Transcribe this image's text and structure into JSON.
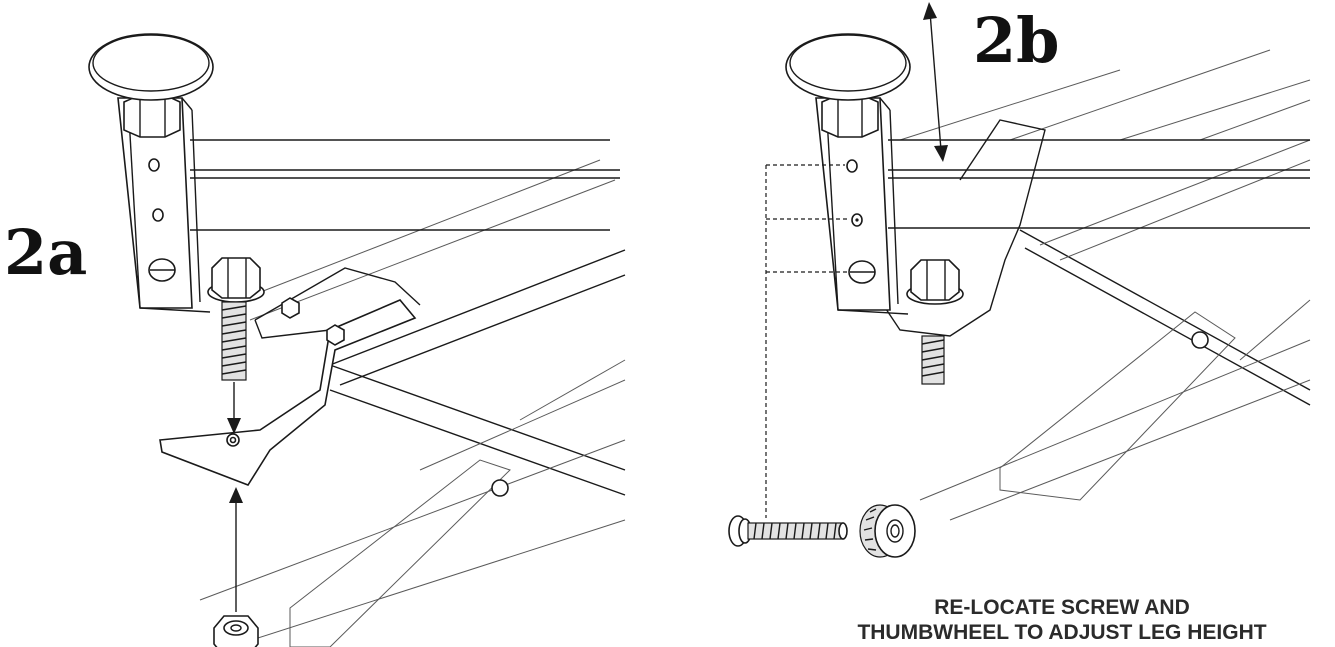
{
  "steps": {
    "left_label": "2a",
    "right_label": "2b"
  },
  "caption": {
    "line1": "RE-LOCATE SCREW AND",
    "line2": "THUMBWHEEL TO ADJUST LEG HEIGHT"
  },
  "colors": {
    "ink": "#1a1a1a",
    "caption": "#2b2b2b",
    "background": "#ffffff"
  },
  "icons": {
    "left_panel": [
      "foot-pad-icon",
      "leg-bracket-icon",
      "hex-bolt-icon",
      "lock-nut-icon",
      "mounting-plate-icon"
    ],
    "right_panel": [
      "foot-pad-icon",
      "leg-bracket-icon",
      "adjust-arrow-icon",
      "screw-icon",
      "thumbwheel-icon"
    ]
  }
}
